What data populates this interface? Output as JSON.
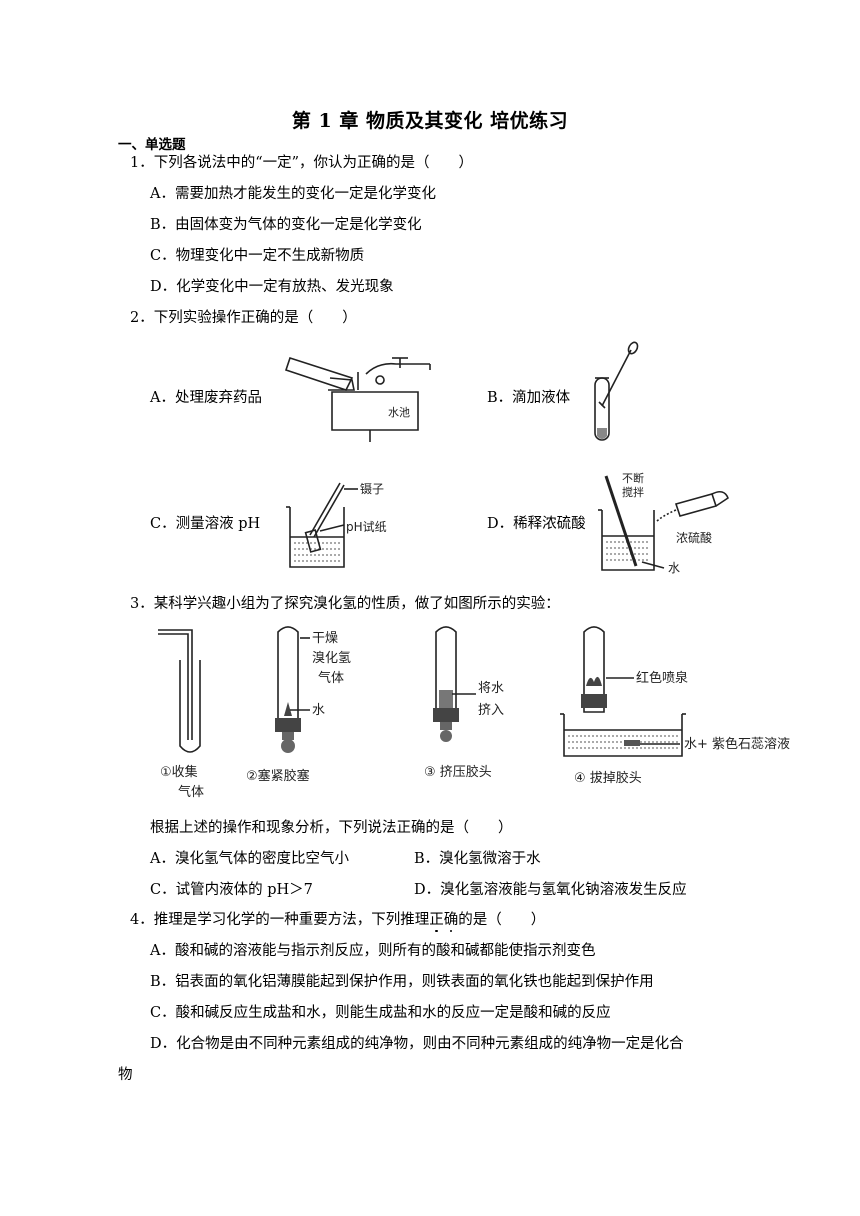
{
  "title": "第 1 章  物质及其变化  培优练习",
  "section": "一、单选题",
  "q1": {
    "stem": "1．下列各说法中的“一定”，你认为正确的是（　　）",
    "A": "A．需要加热才能发生的变化一定是化学变化",
    "B": "B．由固体变为气体的变化一定是化学变化",
    "C": "C．物理变化中一定不生成新物质",
    "D": "D．化学变化中一定有放热、发光现象"
  },
  "q2": {
    "stem": "2．下列实验操作正确的是（　　）",
    "A": "A．处理废弃药品",
    "B": "B．滴加液体",
    "C": "C．测量溶液 pH",
    "D": "D．稀释浓硫酸",
    "label_pool": "水池",
    "label_tweezers": "镊子",
    "label_ph": "pH试纸",
    "label_stir1": "不断",
    "label_stir2": "搅拌",
    "label_acid": "浓硫酸",
    "label_water": "水"
  },
  "q3": {
    "stem": "3．某科学兴趣小组为了探究溴化氢的性质，做了如图所示的实验：",
    "fig": {
      "s1a": "①收集",
      "s1b": "气体",
      "s2": "②塞紧胶塞",
      "s3": "③ 挤压胶头",
      "s4": "④ 拔掉胶头",
      "dry1": "干燥",
      "dry2": "溴化氢",
      "dry3": "气体",
      "water": "水",
      "squeeze1": "将水",
      "squeeze2": "挤入",
      "fountain": "红色喷泉",
      "litmus": "水+ 紫色石蕊溶液"
    },
    "intro": "根据上述的操作和现象分析，下列说法正确的是（　　）",
    "A": "A．溴化氢气体的密度比空气小",
    "B": "B．溴化氢微溶于水",
    "C": "C．试管内液体的 pH＞7",
    "D": "D．溴化氢溶液能与氢氧化钠溶液发生反应"
  },
  "q4": {
    "stem_pre": "4．推理是学习化学的一种重要方法，下列推理",
    "stem_mark1": "正",
    "stem_mark2": "确",
    "stem_post": "的是（　　）",
    "A": "A．酸和碱的溶液能与指示剂反应，则所有的酸和碱都能使指示剂变色",
    "B": "B．铝表面的氧化铝薄膜能起到保护作用，则铁表面的氧化铁也能起到保护作用",
    "C": "C．酸和碱反应生成盐和水，则能生成盐和水的反应一定是酸和碱的反应",
    "D1": "D．化合物是由不同种元素组成的纯净物，则由不同种元素组成的纯净物一定是化合",
    "D2": "物"
  }
}
